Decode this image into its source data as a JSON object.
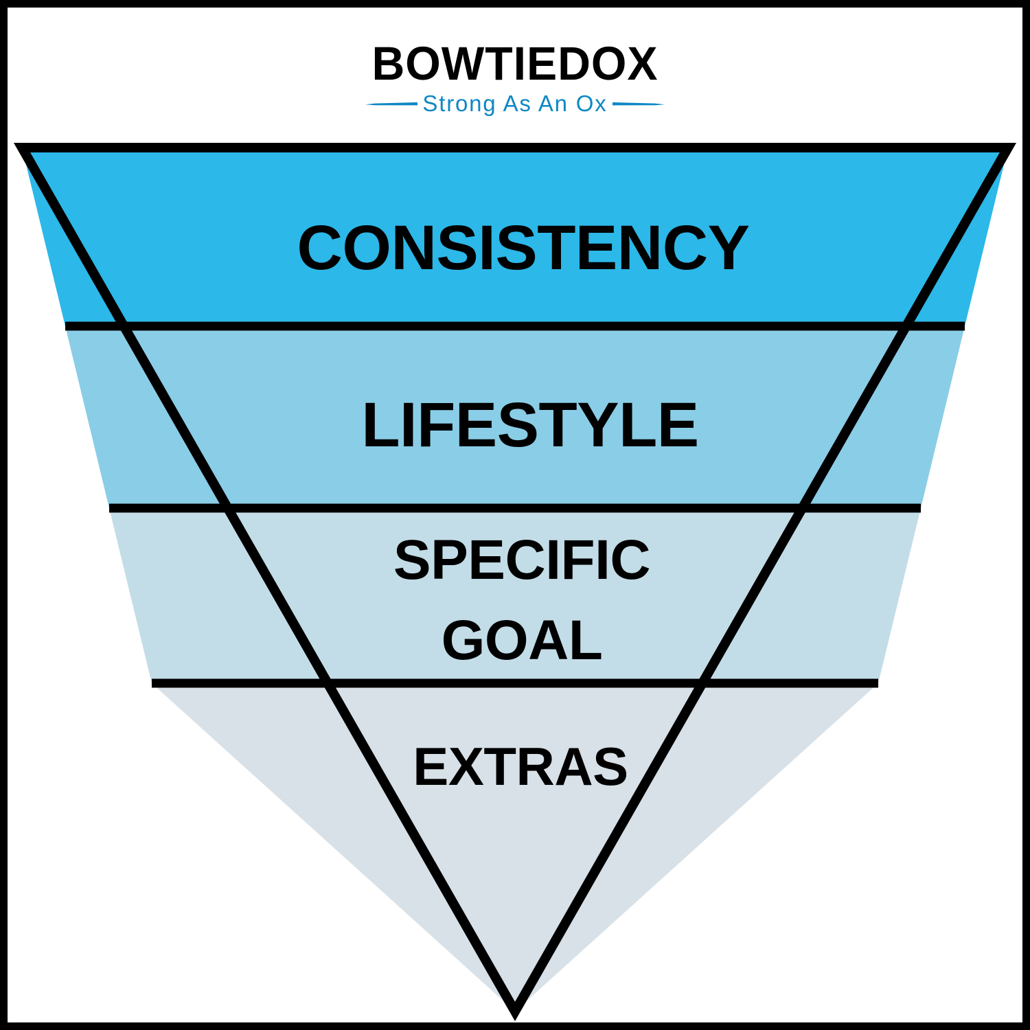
{
  "brand": {
    "name": "BOWTIEDOX",
    "tagline": "Strong As An Ox",
    "tagline_color": "#0e87c4",
    "name_color": "#000000",
    "left_dash": "dash-left",
    "right_dash": "dash-right"
  },
  "frame": {
    "border_color": "#000000",
    "background": "#ffffff"
  },
  "diagram": {
    "type": "inverted-pyramid",
    "outline_color": "#000000",
    "segments": [
      {
        "label": "CONSISTENCY",
        "color": "#2cb8e8",
        "rank": 1,
        "lines": [
          "CONSISTENCY"
        ]
      },
      {
        "label": "LIFESTYLE",
        "color": "#8acde6",
        "rank": 2,
        "lines": [
          "LIFESTYLE"
        ]
      },
      {
        "label": "SPECIFIC GOAL",
        "color": "#c3dde8",
        "rank": 3,
        "lines": [
          "SPECIFIC",
          "GOAL"
        ]
      },
      {
        "label": "EXTRAS",
        "color": "#d7e1e7",
        "rank": 4,
        "lines": [
          "EXTRAS"
        ]
      }
    ]
  }
}
